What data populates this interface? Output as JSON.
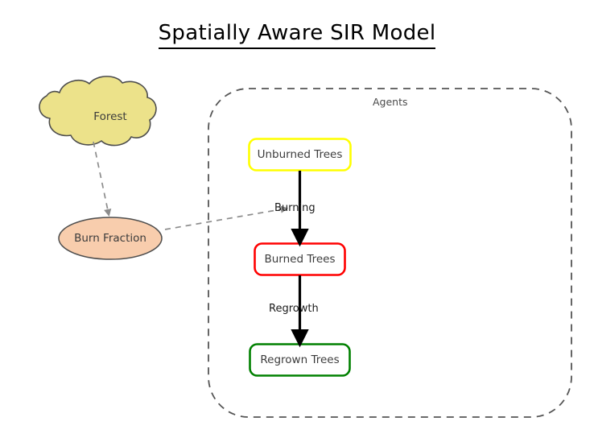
{
  "title": "Spatially Aware SIR Model",
  "cluster": {
    "label": "Agents",
    "border_color": "#555555",
    "style": "dashed"
  },
  "nodes": [
    {
      "id": "forest",
      "label": "Forest",
      "shape": "cloud",
      "fill": "#ece28a",
      "stroke": "#4d4d4d"
    },
    {
      "id": "burn_fraction",
      "label": "Burn Fraction",
      "shape": "ellipse",
      "fill": "#f8cdad",
      "stroke": "#4d4d4d"
    },
    {
      "id": "unburned_trees",
      "label": "Unburned Trees",
      "shape": "rounded-rect",
      "fill": "#ffffff",
      "stroke": "#ffff00"
    },
    {
      "id": "burned_trees",
      "label": "Burned Trees",
      "shape": "rounded-rect",
      "fill": "#ffffff",
      "stroke": "#ff0000"
    },
    {
      "id": "regrown_trees",
      "label": "Regrown Trees",
      "shape": "rounded-rect",
      "fill": "#ffffff",
      "stroke": "#008000"
    }
  ],
  "edges": [
    {
      "id": "forest-to-burn-fraction",
      "from": "forest",
      "to": "burn_fraction",
      "label": "",
      "style": "dashed",
      "color": "#8c8c8c"
    },
    {
      "id": "burn-fraction-to-burning",
      "from": "burn_fraction",
      "to": "burning",
      "label": "",
      "style": "dashed",
      "color": "#8c8c8c"
    },
    {
      "id": "unburned-to-burned",
      "from": "unburned_trees",
      "to": "burned_trees",
      "label": "Burning",
      "style": "solid",
      "color": "#000000"
    },
    {
      "id": "burned-to-regrown",
      "from": "burned_trees",
      "to": "regrown_trees",
      "label": "Regrowth",
      "style": "solid",
      "color": "#000000"
    }
  ]
}
